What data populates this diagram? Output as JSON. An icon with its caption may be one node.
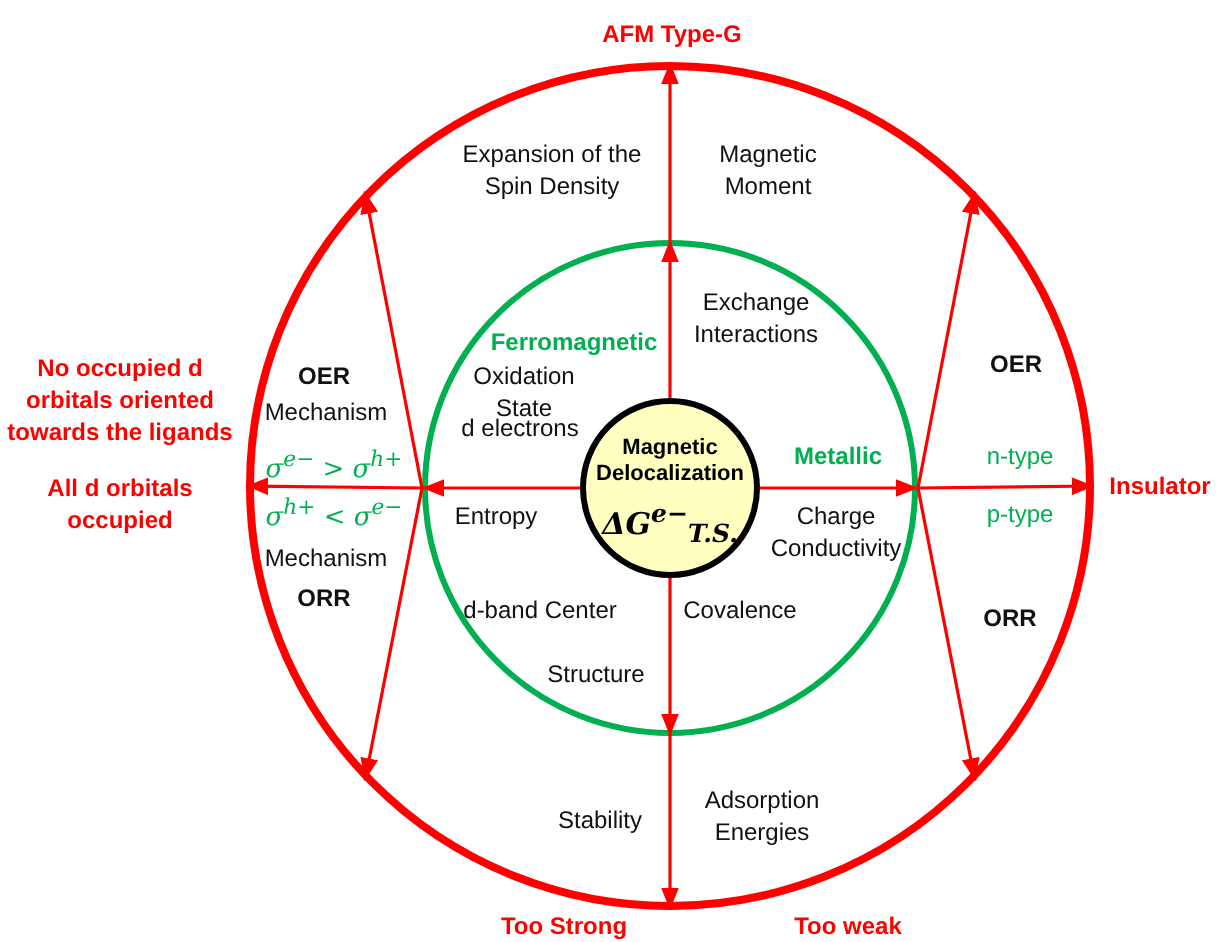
{
  "diagram": {
    "nodes": [
      {
        "text": [],
        "shape": "circle"
      },
      {
        "text": [],
        "shape": "circle",
        "in": 0
      },
      {
        "text": [
          "Magnetic Delocalization",
          "ΔG$^{e−}$$_{T.S.}$"
        ],
        "in": 1
      }
    ],
    "edges": [
      {
        "from": 2,
        "to": 1,
        "arrow": "to"
      },
      {
        "from": 1,
        "to": 0,
        "arrow": "to"
      },
      {
        "from": 2,
        "to": 1,
        "arrow": "to"
      },
      {
        "from": 1,
        "to": 0,
        "arrow": "to"
      },
      {
        "from": 1,
        "to": 0,
        "arrow": "to"
      },
      {
        "from": 1,
        "to": 0,
        "arrow": "to"
      },
      {
        "from": 2,
        "to": 1,
        "arrow": "to"
      },
      {
        "from": 1,
        "to": 0,
        "arrow": "to"
      },
      {
        "from": 1,
        "to": 0,
        "arrow": "to"
      },
      {
        "from": 1,
        "to": 0,
        "arrow": "to"
      },
      {
        "from": 2,
        "to": 1,
        "arrow": "to"
      },
      {
        "from": 1,
        "to": 0,
        "arrow": "to"
      }
    ],
    "labels": [
      "AFM Type-G",
      "Expansion of the Spin Density",
      "Magnetic Moment",
      "Exchange Interactions",
      "Ferromagnetic",
      "Oxidation State",
      "No occupied d orbitals oriented towards the ligands",
      "OER",
      "Mechanism",
      "OER",
      "σ$^{e−}$ > σ$^{h+}$",
      "d electrons",
      "Metallic",
      "n-type",
      "Insulator",
      "σ$^{h+}$ < σ$^{e−}$",
      "All d orbitals occupied",
      "Entropy",
      "Charge Conductivity",
      "p-type",
      "Mechanism",
      "ORR",
      "d-band Center",
      "Covalence",
      "ORR",
      "Structure",
      "Stability",
      "Adsorption Energies",
      "Too Strong",
      "Too weak"
    ]
  }
}
